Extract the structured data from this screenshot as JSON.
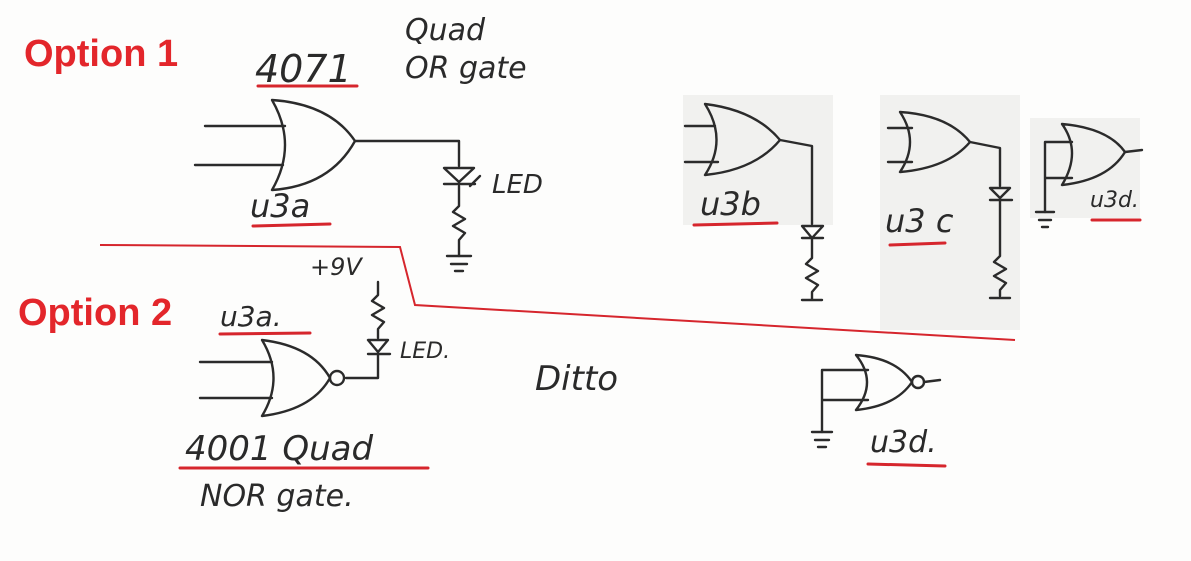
{
  "labels": {
    "option1": "Option 1",
    "option2": "Option 2",
    "chip1_part": "4071",
    "chip1_desc_line1": "Quad",
    "chip1_desc_line2": "OR gate",
    "led1": "LED",
    "u3a_1": "u3a",
    "u3b": "u3b",
    "u3c": "u3 c",
    "u3d_1": "u3d.",
    "plus9v": "+9V",
    "u3a_2": "u3a.",
    "led2": "LED.",
    "ditto": "Ditto",
    "chip2_part_line1": "4001 Quad",
    "chip2_part_line2": "NOR gate.",
    "u3d_2": "u3d."
  },
  "colors": {
    "accent_red": "#e3262b",
    "ink": "#2b2b2b"
  }
}
